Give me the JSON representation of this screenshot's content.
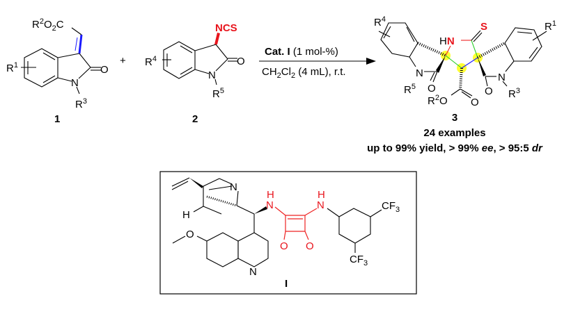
{
  "compound1": {
    "ester": {
      "r": "R",
      "r_sup": "2",
      "o": "O",
      "o_sub": "2",
      "c": "C"
    },
    "r1": {
      "r": "R",
      "sup": "1"
    },
    "n": "N",
    "o": "O",
    "r3": {
      "r": "R",
      "sup": "3"
    },
    "label": "1"
  },
  "plus": "+",
  "compound2": {
    "ncs": "NCS",
    "r4": {
      "r": "R",
      "sup": "4"
    },
    "n": "N",
    "o": "O",
    "r5": {
      "r": "R",
      "sup": "5"
    },
    "label": "2"
  },
  "conditions": {
    "catalyst_bold": "Cat. I",
    "catalyst_loading": " (1 mol-%)",
    "solvent_ch": "CH",
    "solvent_sub1": "2",
    "solvent_cl": "Cl",
    "solvent_sub2": "2",
    "solvent_rest": " (4 mL), r.t."
  },
  "compound3": {
    "r4": {
      "r": "R",
      "sup": "4"
    },
    "h": "H",
    "n_red": "N",
    "s": "S",
    "r1": {
      "r": "R",
      "sup": "1"
    },
    "n_left": "N",
    "r5": {
      "r": "R",
      "sup": "5"
    },
    "o_left": "O",
    "ester_r": "R",
    "ester_sup": "2",
    "ester_o": "O",
    "ester_o2": "O",
    "o_right": "O",
    "n_right": "N",
    "r3": {
      "r": "R",
      "sup": "3"
    },
    "label": "3",
    "examples": "24 examples",
    "results_prefix": "up to 99% yield, > 99% ",
    "results_ee": "ee",
    "results_mid": ", > 95:5 ",
    "results_dr": "dr"
  },
  "catalyst": {
    "n_quin": "N",
    "h": "H",
    "nh1_h": "H",
    "nh1_n": "N",
    "nh2_h": "H",
    "nh2_n": "N",
    "o1": "O",
    "o2": "O",
    "cf3_top": {
      "cf": "CF",
      "sub": "3"
    },
    "cf3_bottom": {
      "cf": "CF",
      "sub": "3"
    },
    "ome_o": "O",
    "n_quinoline": "N",
    "label": "I"
  },
  "colors": {
    "highlight": "#ffff33",
    "red": "#e8141c",
    "blue": "#1a1aff",
    "green": "#22cc22"
  }
}
